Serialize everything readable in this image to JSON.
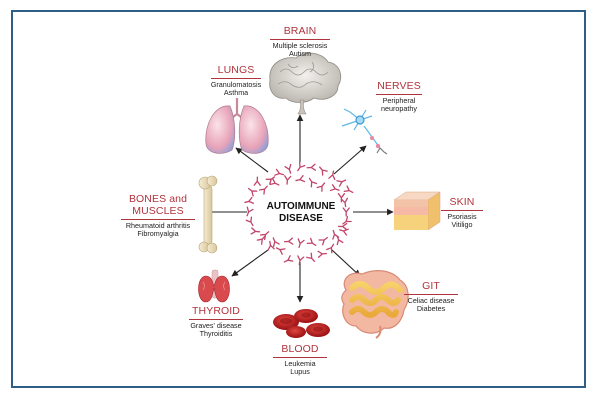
{
  "center": {
    "line1": "AUTOIMMUNE",
    "line2": "DISEASE"
  },
  "organs": {
    "brain": {
      "title": "BRAIN",
      "sub1": "Multiple sclerosis",
      "sub2": "Autism"
    },
    "lungs": {
      "title": "LUNGS",
      "sub1": "Granulomatosis",
      "sub2": "Asthma"
    },
    "nerves": {
      "title": "NERVES",
      "sub1": "Peripheral",
      "sub2": "neuropathy"
    },
    "bones": {
      "title1": "BONES and",
      "title2": "MUSCLES",
      "sub1": "Rheumatoid arthritis",
      "sub2": "Fibromyalgia"
    },
    "skin": {
      "title": "SKIN",
      "sub1": "Psoriasis",
      "sub2": "Vitiligo"
    },
    "thyroid": {
      "title": "THYROID",
      "sub1": "Graves' disease",
      "sub2": "Thyroiditis"
    },
    "git": {
      "title": "GIT",
      "sub1": "Celiac disease",
      "sub2": "Diabetes"
    },
    "blood": {
      "title": "BLOOD",
      "sub1": "Leukemia",
      "sub2": "Lupus"
    }
  },
  "colors": {
    "frame": "#2f5f86",
    "title": "#b0343c",
    "antibody": "#c2446a",
    "arrow": "#222222"
  },
  "icons": [
    "brain-icon",
    "lungs-icon",
    "neuron-icon",
    "bone-icon",
    "skin-icon",
    "thyroid-icon",
    "intestine-icon",
    "blood-cells-icon",
    "antibody-icon"
  ]
}
